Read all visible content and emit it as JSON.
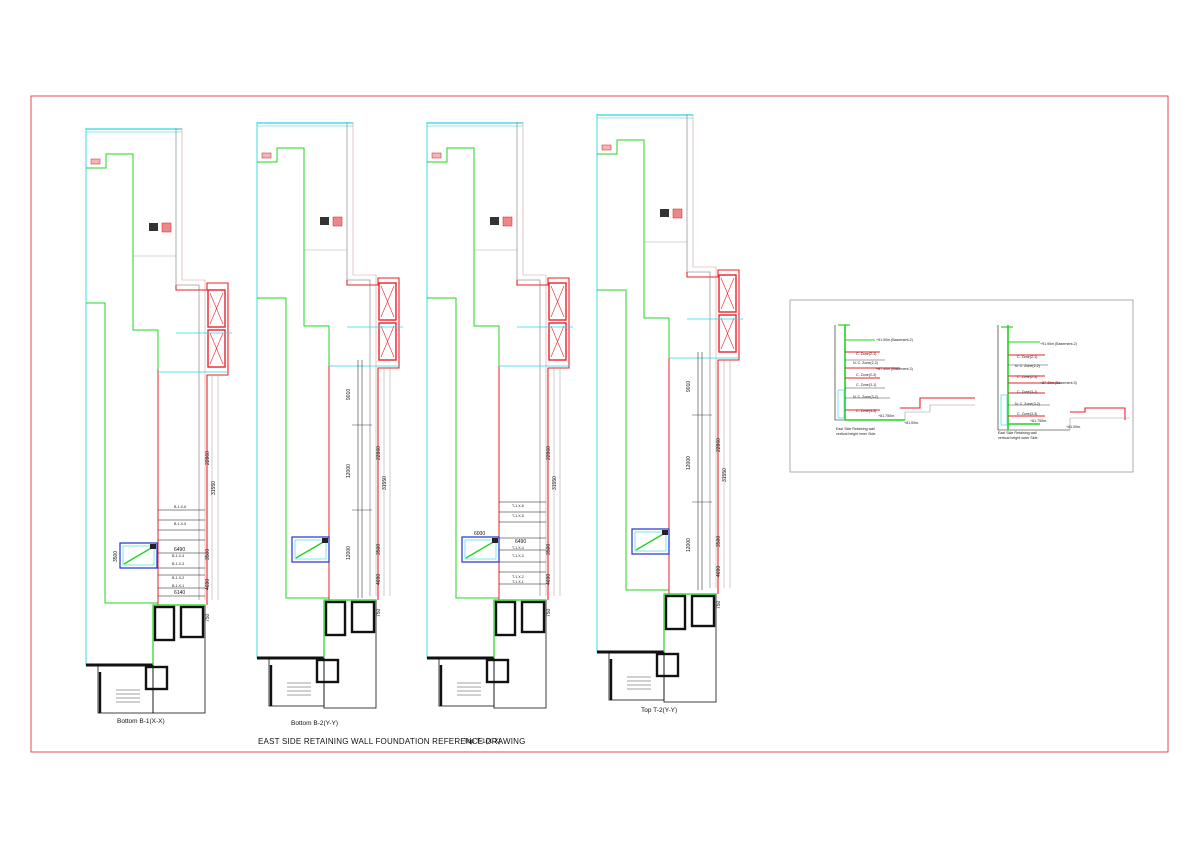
{
  "sheet_title": "EAST SIDE RETAINING WALL FOUNDATION REFERENCE DRAWING",
  "panels": [
    {
      "caption": "Bottom B-1(X-X)",
      "dims": {
        "d1": "22860",
        "d2": "31550",
        "d3": "3500",
        "d4": "4690",
        "d5": "750",
        "d6": "3500",
        "d7": "6490",
        "d8": "6140"
      },
      "bars": [
        "B-1.X-6",
        "B-1.X-5",
        "B-1.X-4",
        "B-1.X-3",
        "B-1.X-2",
        "B-1.X-1"
      ]
    },
    {
      "caption": "Bottom B-2(Y-Y)",
      "dims": {
        "d1": "22860",
        "d2": "31550",
        "d3": "3500",
        "d4": "4690",
        "d5": "750",
        "d6": "9010",
        "d7": "12000",
        "d8": "12000"
      }
    },
    {
      "caption": "Top T-1(X-X)",
      "dims": {
        "d1": "22860",
        "d2": "31550",
        "d3": "3500",
        "d4": "4690",
        "d5": "750",
        "d6": "6000",
        "d7": "6490"
      },
      "bars": [
        "T-1.X-6",
        "T-1.X-5",
        "T-1.X-4",
        "T-1.X-3",
        "T-1.X-2",
        "T-1.X-1"
      ]
    },
    {
      "caption": "Top T-2(Y-Y)",
      "dims": {
        "d1": "22860",
        "d2": "31550",
        "d3": "3500",
        "d4": "4690",
        "d5": "750",
        "d6": "9010",
        "d7": "12000",
        "d8": "12000"
      }
    }
  ],
  "section_details": [
    {
      "levels": [
        "+91.90m.(Basement-2)",
        "C. Zone(2-1)",
        "N. C. Zone(2-2)",
        "+87.40m.(Basement-3)",
        "C. Zone(2-3)",
        "C. Zone(3-1)",
        "N. C. Zone(3-2)",
        "C. Zone(3-3)",
        "+81.750m.",
        "+81.00m."
      ],
      "note_line1": "East Side Retaining wall",
      "note_line2": "vertical height inner Side."
    },
    {
      "levels": [
        "+91.90m.(Basement-2)",
        "C. Zone(2-1)",
        "N. C. Zone(2-2)",
        "C. Zone(2-3)",
        "+87.40m.(Basement-3)",
        "C. Zone(3-1)",
        "N. C. Zone(3-2)",
        "C. Zone(3-3)",
        "+81.750m.",
        "+81.00m."
      ],
      "note_line1": "East Side Retaining wall",
      "note_line2": "vertical height outer Side."
    }
  ],
  "colors": {
    "border": "#e8333a",
    "wall_cyan": "#2ad4e6",
    "zone_green": "#22d422",
    "wall_red": "#e8222a",
    "ref_blue": "#2233cc",
    "outline_gray": "#9a9a9a"
  }
}
